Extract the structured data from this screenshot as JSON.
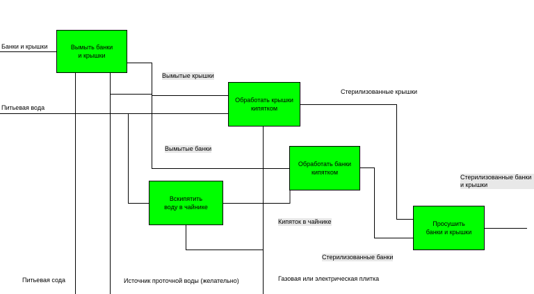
{
  "colors": {
    "box_fill": "#00ff00",
    "line": "#000000",
    "label_highlight": "#e8e8e8"
  },
  "boxes": {
    "wash": "Вымыть банки\nи крышки",
    "process_lids": "Обработать крышки\nкипятком",
    "process_jars": "Обработать банки\nкипятком",
    "boil": "Вскипятить\nводу в чайнике",
    "dry": "Просушить\nбанки и крышки"
  },
  "labels": {
    "input_jars_lids": "Банки и крышки",
    "input_water": "Питьевая вода",
    "washed_lids": "Вымытые крышки",
    "washed_jars": "Вымытые банки",
    "sterilized_lids": "Стерилизованные крышки",
    "sterilized_jars": "Стерилизованные банки",
    "sterilized_jars_lids": "Стерилизованные банки\nи крышки",
    "boiling_water": "Кипяток в чайнике",
    "mech_soda": "Питьевая сода",
    "mech_tap": "Источник проточной воды (желательно)",
    "mech_stove": "Газовая или электрическая плитка"
  }
}
